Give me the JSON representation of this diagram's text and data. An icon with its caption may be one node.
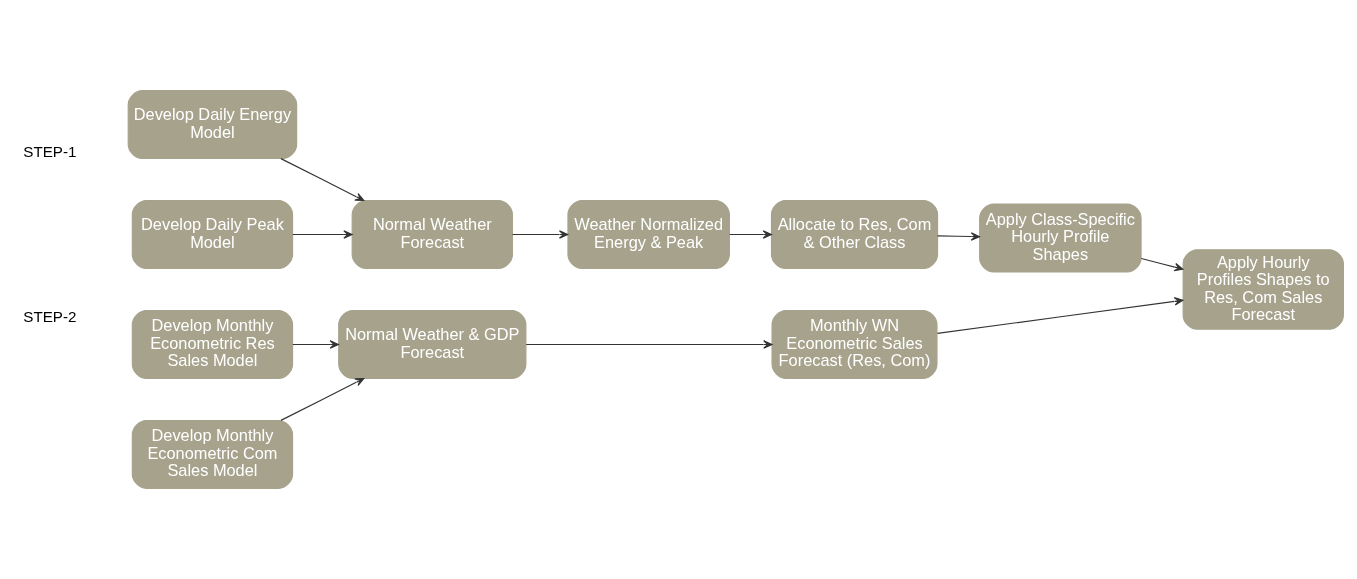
{
  "diagram": {
    "nodes": [
      {
        "text": [
          "Develop Daily Energy Model"
        ]
      },
      {
        "text": [
          "Develop Daily Peak Model"
        ]
      },
      {
        "text": [
          "Normal Weather Forecast"
        ]
      },
      {
        "text": [
          "Weather Normalized Energy & Peak"
        ]
      },
      {
        "text": [
          "Allocate to Res, Com & Other Class"
        ]
      },
      {
        "text": [
          "Apply Class-Specific Hourly Profile Shapes"
        ]
      },
      {
        "text": [
          "Develop Monthly Econometric Res Sales Model"
        ]
      },
      {
        "text": [
          "Develop Monthly Econometric Com Sales Model"
        ]
      },
      {
        "text": [
          "Normal Weather & GDP Forecast"
        ]
      },
      {
        "text": [
          "Monthly WN Econometric Sales Forecast (Res, Com)"
        ]
      },
      {
        "text": [
          "Apply Hourly Profiles Shapes to Res, Com Sales Forecast"
        ]
      }
    ],
    "edges": [
      {
        "from": 0,
        "to": 2,
        "arrow": "to"
      },
      {
        "from": 1,
        "to": 2,
        "arrow": "to"
      },
      {
        "from": 2,
        "to": 3,
        "arrow": "to"
      },
      {
        "from": 3,
        "to": 4,
        "arrow": "to"
      },
      {
        "from": 4,
        "to": 5,
        "arrow": "to"
      },
      {
        "from": 5,
        "to": 10,
        "arrow": "to"
      },
      {
        "from": 6,
        "to": 8,
        "arrow": "to"
      },
      {
        "from": 7,
        "to": 8,
        "arrow": "to"
      },
      {
        "from": 8,
        "to": 9,
        "arrow": "to"
      },
      {
        "from": 9,
        "to": 10,
        "arrow": "to"
      }
    ],
    "labels": [
      "STEP-1",
      "STEP-2"
    ]
  }
}
